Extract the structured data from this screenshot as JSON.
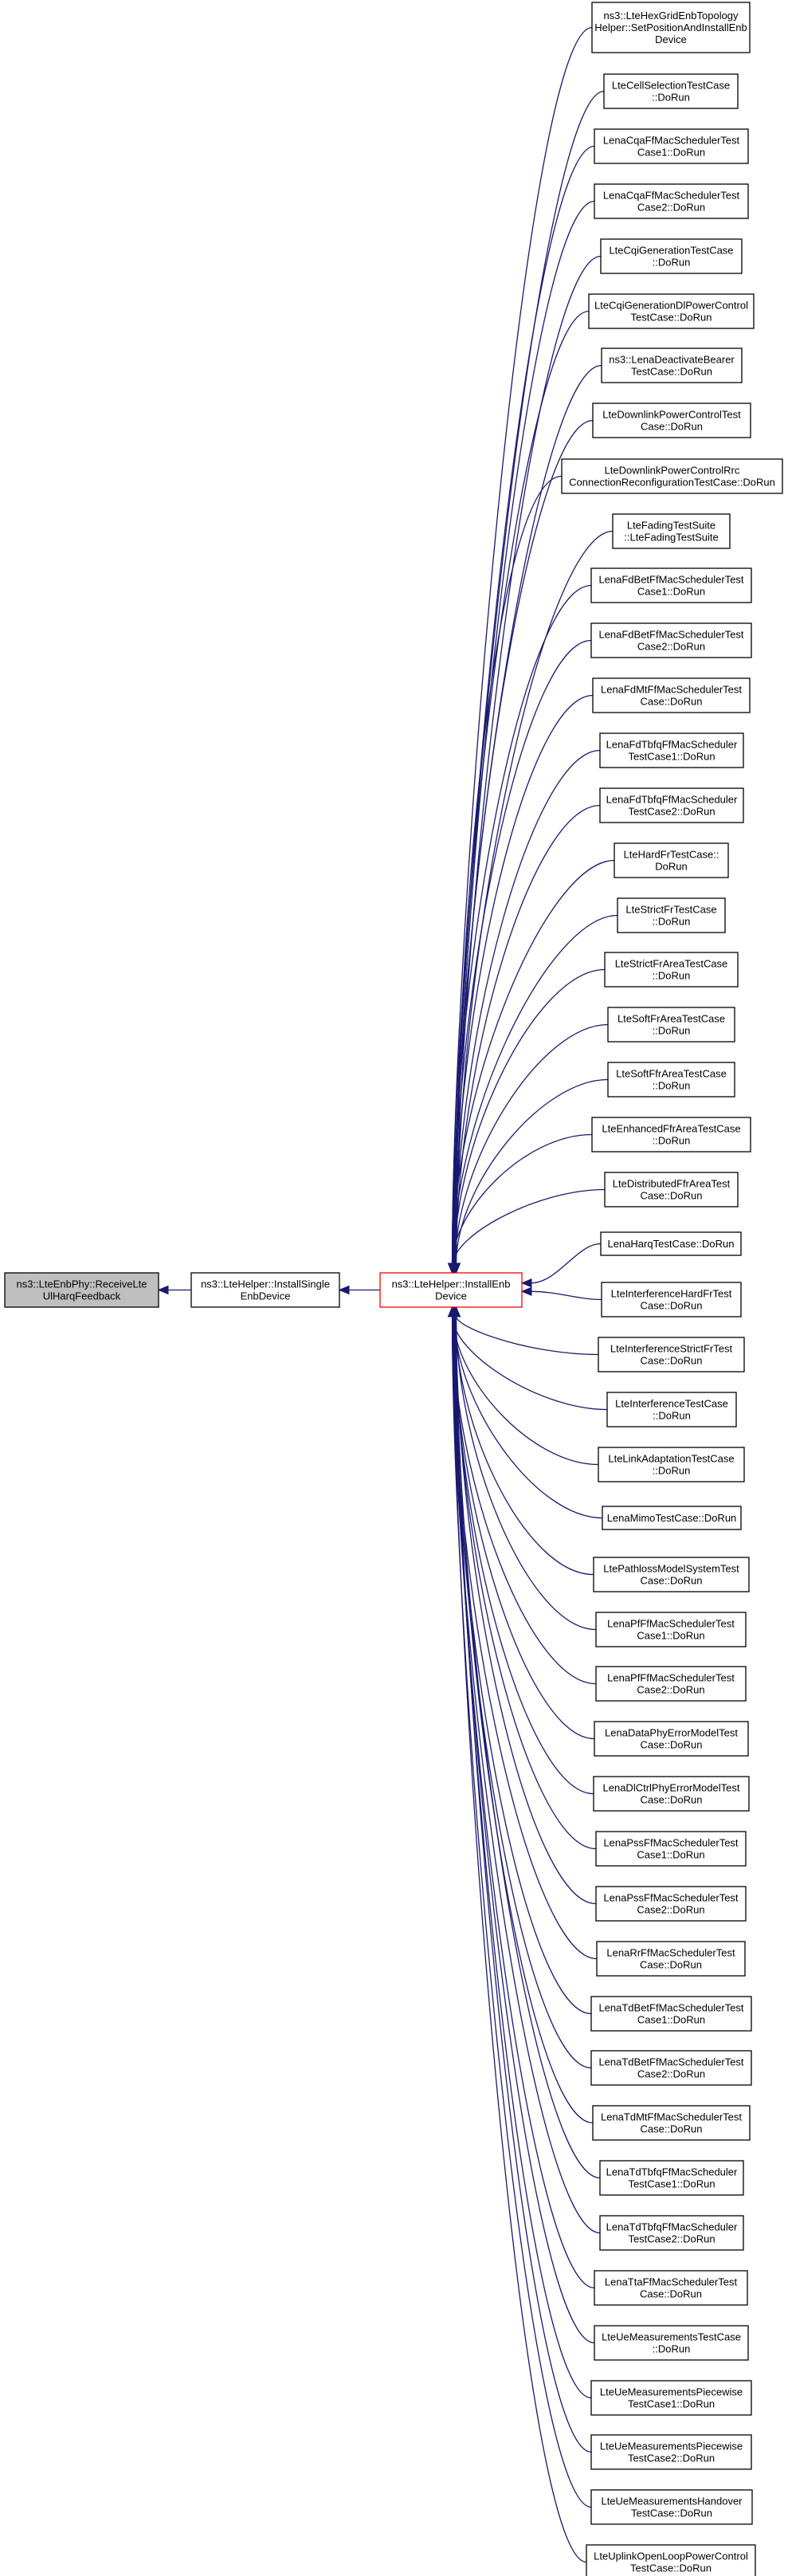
{
  "graph": {
    "colors": {
      "edge": "#191970",
      "root_fill": "#bfbfbf",
      "focus_border": "#ff0000",
      "node_border": "#000000",
      "node_fill": "#ffffff"
    },
    "root": {
      "id": "receive-ul-harq-feedback",
      "lines": [
        "ns3::LteEnbPhy::ReceiveLte",
        "UlHarqFeedback"
      ]
    },
    "middle": {
      "id": "install-single-enb-device",
      "lines": [
        "ns3::LteHelper::InstallSingle",
        "EnbDevice"
      ]
    },
    "focus": {
      "id": "install-enb-device",
      "lines": [
        "ns3::LteHelper::InstallEnb",
        "Device"
      ]
    },
    "callers": [
      {
        "id": "hexgrid-set-position",
        "lines": [
          "ns3::LteHexGridEnbTopology",
          "Helper::SetPositionAndInstallEnb",
          "Device"
        ]
      },
      {
        "id": "cell-selection",
        "lines": [
          "LteCellSelectionTestCase",
          "::DoRun"
        ]
      },
      {
        "id": "cqa-case1",
        "lines": [
          "LenaCqaFfMacSchedulerTest",
          "Case1::DoRun"
        ]
      },
      {
        "id": "cqa-case2",
        "lines": [
          "LenaCqaFfMacSchedulerTest",
          "Case2::DoRun"
        ]
      },
      {
        "id": "cqi-generation",
        "lines": [
          "LteCqiGenerationTestCase",
          "::DoRun"
        ]
      },
      {
        "id": "cqi-generation-dl-power",
        "lines": [
          "LteCqiGenerationDlPowerControl",
          "TestCase::DoRun"
        ]
      },
      {
        "id": "lena-deactivate-bearer",
        "lines": [
          "ns3::LenaDeactivateBearer",
          "TestCase::DoRun"
        ]
      },
      {
        "id": "downlink-power-control",
        "lines": [
          "LteDownlinkPowerControlTest",
          "Case::DoRun"
        ]
      },
      {
        "id": "downlink-power-control-rrc",
        "lines": [
          "LteDownlinkPowerControlRrc",
          "ConnectionReconfigurationTestCase::DoRun"
        ]
      },
      {
        "id": "fading-test-suite",
        "lines": [
          "LteFadingTestSuite",
          "::LteFadingTestSuite"
        ]
      },
      {
        "id": "fdbet-case1",
        "lines": [
          "LenaFdBetFfMacSchedulerTest",
          "Case1::DoRun"
        ]
      },
      {
        "id": "fdbet-case2",
        "lines": [
          "LenaFdBetFfMacSchedulerTest",
          "Case2::DoRun"
        ]
      },
      {
        "id": "fdmt",
        "lines": [
          "LenaFdMtFfMacSchedulerTest",
          "Case::DoRun"
        ]
      },
      {
        "id": "fdtbfq-case1",
        "lines": [
          "LenaFdTbfqFfMacScheduler",
          "TestCase1::DoRun"
        ]
      },
      {
        "id": "fdtbfq-case2",
        "lines": [
          "LenaFdTbfqFfMacScheduler",
          "TestCase2::DoRun"
        ]
      },
      {
        "id": "hard-fr",
        "lines": [
          "LteHardFrTestCase::",
          "DoRun"
        ]
      },
      {
        "id": "strict-fr",
        "lines": [
          "LteStrictFrTestCase",
          "::DoRun"
        ]
      },
      {
        "id": "strict-fr-area",
        "lines": [
          "LteStrictFrAreaTestCase",
          "::DoRun"
        ]
      },
      {
        "id": "soft-fr-area",
        "lines": [
          "LteSoftFrAreaTestCase",
          "::DoRun"
        ]
      },
      {
        "id": "soft-ffr-area",
        "lines": [
          "LteSoftFfrAreaTestCase",
          "::DoRun"
        ]
      },
      {
        "id": "enhanced-ffr-area",
        "lines": [
          "LteEnhancedFfrAreaTestCase",
          "::DoRun"
        ]
      },
      {
        "id": "distributed-ffr-area",
        "lines": [
          "LteDistributedFfrAreaTest",
          "Case::DoRun"
        ]
      },
      {
        "id": "lena-harq",
        "lines": [
          "LenaHarqTestCase::DoRun"
        ]
      },
      {
        "id": "interference-hard-fr",
        "lines": [
          "LteInterferenceHardFrTest",
          "Case::DoRun"
        ]
      },
      {
        "id": "interference-strict-fr",
        "lines": [
          "LteInterferenceStrictFrTest",
          "Case::DoRun"
        ]
      },
      {
        "id": "interference",
        "lines": [
          "LteInterferenceTestCase",
          "::DoRun"
        ]
      },
      {
        "id": "link-adaptation",
        "lines": [
          "LteLinkAdaptationTestCase",
          "::DoRun"
        ]
      },
      {
        "id": "lena-mimo",
        "lines": [
          "LenaMimoTestCase::DoRun"
        ]
      },
      {
        "id": "pathloss-model-system",
        "lines": [
          "LtePathlossModelSystemTest",
          "Case::DoRun"
        ]
      },
      {
        "id": "pf-case1",
        "lines": [
          "LenaPfFfMacSchedulerTest",
          "Case1::DoRun"
        ]
      },
      {
        "id": "pf-case2",
        "lines": [
          "LenaPfFfMacSchedulerTest",
          "Case2::DoRun"
        ]
      },
      {
        "id": "data-phy-error-model",
        "lines": [
          "LenaDataPhyErrorModelTest",
          "Case::DoRun"
        ]
      },
      {
        "id": "dl-ctrl-phy-error-model",
        "lines": [
          "LenaDlCtrlPhyErrorModelTest",
          "Case::DoRun"
        ]
      },
      {
        "id": "pss-case1",
        "lines": [
          "LenaPssFfMacSchedulerTest",
          "Case1::DoRun"
        ]
      },
      {
        "id": "pss-case2",
        "lines": [
          "LenaPssFfMacSchedulerTest",
          "Case2::DoRun"
        ]
      },
      {
        "id": "rr",
        "lines": [
          "LenaRrFfMacSchedulerTest",
          "Case::DoRun"
        ]
      },
      {
        "id": "tdbet-case1",
        "lines": [
          "LenaTdBetFfMacSchedulerTest",
          "Case1::DoRun"
        ]
      },
      {
        "id": "tdbet-case2",
        "lines": [
          "LenaTdBetFfMacSchedulerTest",
          "Case2::DoRun"
        ]
      },
      {
        "id": "tdmt",
        "lines": [
          "LenaTdMtFfMacSchedulerTest",
          "Case::DoRun"
        ]
      },
      {
        "id": "tdtbfq-case1",
        "lines": [
          "LenaTdTbfqFfMacScheduler",
          "TestCase1::DoRun"
        ]
      },
      {
        "id": "tdtbfq-case2",
        "lines": [
          "LenaTdTbfqFfMacScheduler",
          "TestCase2::DoRun"
        ]
      },
      {
        "id": "tta",
        "lines": [
          "LenaTtaFfMacSchedulerTest",
          "Case::DoRun"
        ]
      },
      {
        "id": "ue-measurements",
        "lines": [
          "LteUeMeasurementsTestCase",
          "::DoRun"
        ]
      },
      {
        "id": "ue-measurements-piecewise1",
        "lines": [
          "LteUeMeasurementsPiecewise",
          "TestCase1::DoRun"
        ]
      },
      {
        "id": "ue-measurements-piecewise2",
        "lines": [
          "LteUeMeasurementsPiecewise",
          "TestCase2::DoRun"
        ]
      },
      {
        "id": "ue-measurements-handover",
        "lines": [
          "LteUeMeasurementsHandover",
          "TestCase::DoRun"
        ]
      },
      {
        "id": "uplink-open-loop-power",
        "lines": [
          "LteUplinkOpenLoopPowerControl",
          "TestCase::DoRun"
        ]
      }
    ]
  }
}
